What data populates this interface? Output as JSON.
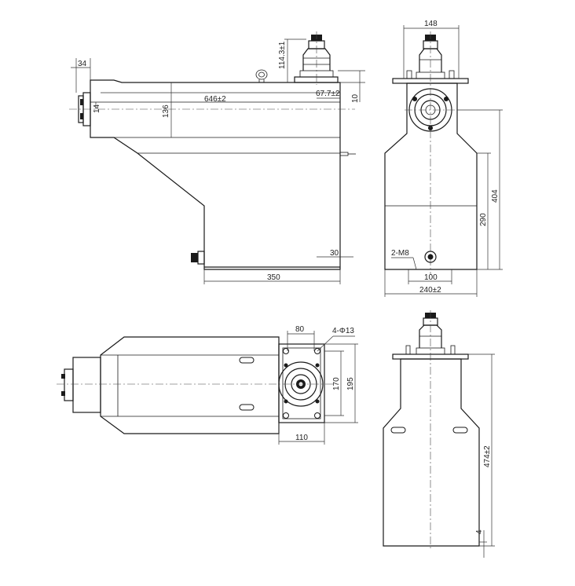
{
  "front_view": {
    "dim_top_offset": "34",
    "dim_total_length": "646±2",
    "dim_height_136": "136",
    "dim_flange_thickness": "14",
    "dim_nozzle_height": "114.3±1",
    "dim_nozzle_offset": "67.7±2",
    "dim_flange_10": "10",
    "dim_bottom_30": "30",
    "dim_bottom_length": "350"
  },
  "side_view": {
    "dim_top_width": "148",
    "dim_height_404": "404",
    "dim_height_290": "290",
    "label_bolt": "2-M8",
    "dim_bolt_spacing": "100",
    "dim_base_width": "240±2"
  },
  "top_view": {
    "dim_flange_80": "80",
    "label_holes": "4-Φ13",
    "dim_flange_170": "170",
    "dim_flange_195": "195",
    "dim_flange_110": "110"
  },
  "rear_view": {
    "dim_total_height": "474±2",
    "dim_bottom_4": "4"
  }
}
